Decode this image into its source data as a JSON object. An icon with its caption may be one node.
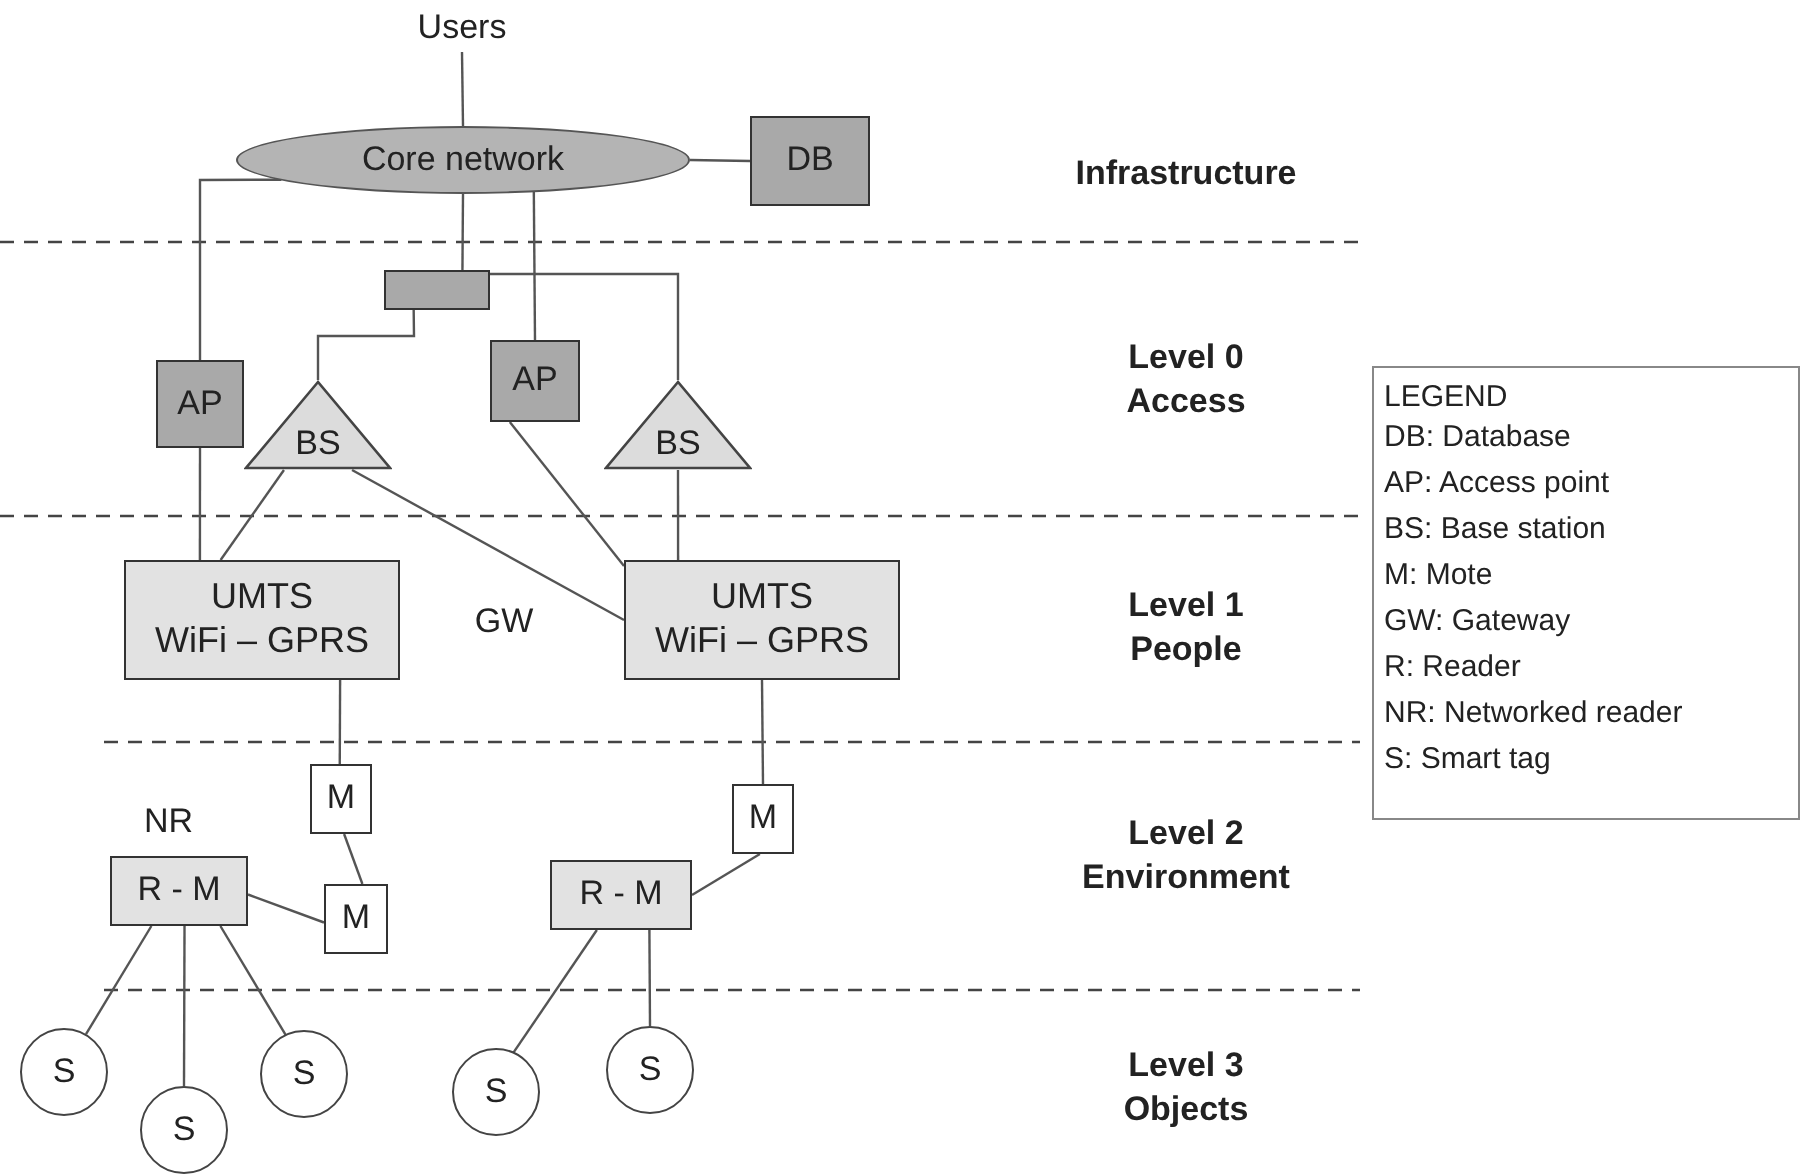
{
  "diagram": {
    "nodes": [
      {
        "text": [
          "Users"
        ]
      },
      {
        "text": [
          "Core network"
        ]
      },
      {
        "text": [
          "DB"
        ]
      },
      {
        "text": [],
        "shape": "box"
      },
      {
        "text": [
          "AP"
        ]
      },
      {
        "text": [
          "BS"
        ]
      },
      {
        "text": [
          "AP"
        ]
      },
      {
        "text": [
          "BS"
        ]
      },
      {
        "text": [
          "UMTS WiFi – GPRS"
        ]
      },
      {
        "text": [
          "UMTS WiFi – GPRS"
        ]
      },
      {
        "text": [
          "M"
        ]
      },
      {
        "text": [
          "M"
        ]
      },
      {
        "text": [
          "R - M"
        ],
        "beside": [
          "NR"
        ]
      },
      {
        "text": [
          "M"
        ]
      },
      {
        "text": [
          "R - M"
        ]
      },
      {
        "text": [
          "S"
        ]
      },
      {
        "text": [
          "S"
        ]
      },
      {
        "text": [
          "S"
        ]
      },
      {
        "text": [
          "S"
        ]
      },
      {
        "text": [
          "S"
        ]
      }
    ],
    "edges": [
      {
        "from": 0,
        "to": 1,
        "arrow": "none"
      },
      {
        "from": 1,
        "to": 2,
        "arrow": "none"
      },
      {
        "from": 1,
        "to": 4,
        "arrow": "none"
      },
      {
        "from": 1,
        "to": 3,
        "arrow": "none"
      },
      {
        "from": 1,
        "to": 6,
        "arrow": "none"
      },
      {
        "from": 3,
        "to": 5,
        "arrow": "none"
      },
      {
        "from": 3,
        "to": 7,
        "arrow": "none"
      },
      {
        "from": 4,
        "to": 8,
        "arrow": "none"
      },
      {
        "from": 5,
        "to": 8,
        "arrow": "none"
      },
      {
        "from": 5,
        "to": 9,
        "arrow": "none"
      },
      {
        "from": 6,
        "to": 9,
        "arrow": "none"
      },
      {
        "from": 7,
        "to": 9,
        "arrow": "none"
      },
      {
        "from": 8,
        "to": 10,
        "arrow": "none"
      },
      {
        "from": 10,
        "to": 13,
        "arrow": "none"
      },
      {
        "from": 12,
        "to": 13,
        "arrow": "none"
      },
      {
        "from": 9,
        "to": 11,
        "arrow": "none"
      },
      {
        "from": 11,
        "to": 14,
        "arrow": "none"
      },
      {
        "from": 12,
        "to": 15,
        "arrow": "none"
      },
      {
        "from": 12,
        "to": 16,
        "arrow": "none"
      },
      {
        "from": 12,
        "to": 17,
        "arrow": "none"
      },
      {
        "from": 14,
        "to": 18,
        "arrow": "none"
      },
      {
        "from": 14,
        "to": 19,
        "arrow": "none"
      }
    ],
    "labels": [
      "Infrastructure",
      "Level 0 Access",
      "LEGEND",
      "Level 1 People",
      "GW",
      "Level 2 Environment",
      "Level 3 Objects"
    ],
    "legend": [
      {
        "text": "DB: Database"
      },
      {
        "text": "AP: Access point"
      },
      {
        "text": "BS: Base station"
      },
      {
        "text": "M: Mote"
      },
      {
        "text": "GW: Gateway"
      },
      {
        "text": "R: Reader"
      },
      {
        "text": "NR: Networked reader"
      },
      {
        "text": "S: Smart tag"
      }
    ]
  }
}
